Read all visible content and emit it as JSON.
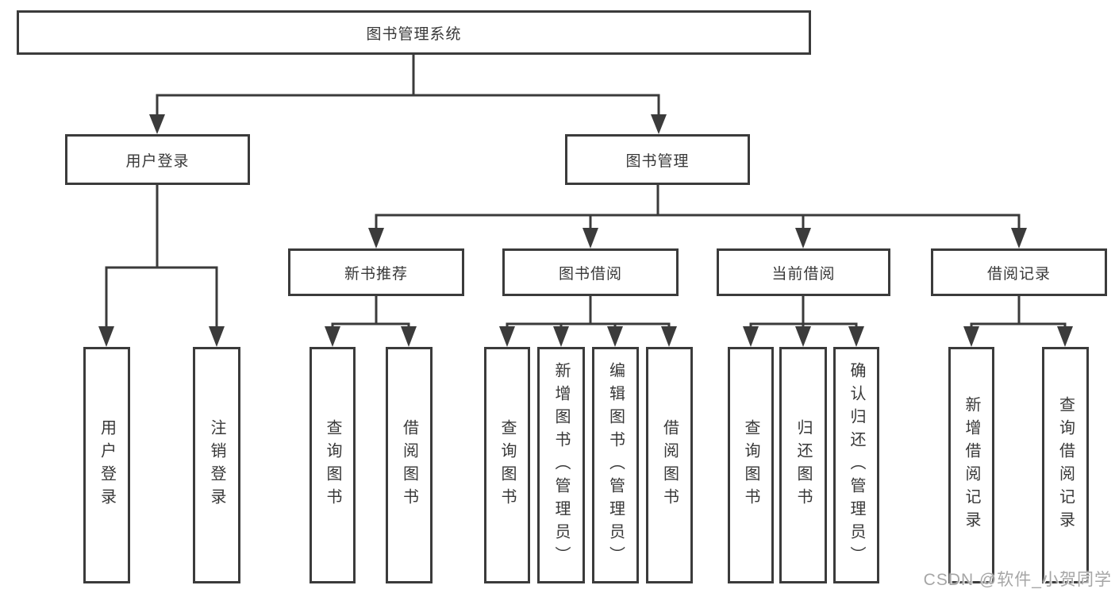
{
  "nodes": {
    "root": "图书管理系统",
    "user_login": "用户登录",
    "book_mgmt": "图书管理",
    "new_book_rec": "新书推荐",
    "book_borrow": "图书借阅",
    "current_borrow": "当前借阅",
    "borrow_records": "借阅记录",
    "leaf_user_login": "用户登录",
    "leaf_logout": "注销登录",
    "leaf_nbr_query": "查询图书",
    "leaf_nbr_borrow": "借阅图书",
    "leaf_bb_query": "查询图书",
    "leaf_bb_add": "新增图书（管理员）",
    "leaf_bb_edit": "编辑图书（管理员）",
    "leaf_bb_borrow": "借阅图书",
    "leaf_cb_query": "查询图书",
    "leaf_cb_return": "归还图书",
    "leaf_cb_confirm": "确认归还（管理员）",
    "leaf_br_add": "新增借阅记录",
    "leaf_br_query": "查询借阅记录"
  },
  "watermark": "CSDN @软件_小贺同学",
  "colors": {
    "line": "#3b3b3b",
    "box_border": "#3b3b3b",
    "text": "#383838",
    "watermark": "#a6a6a6",
    "background": "#ffffff"
  }
}
